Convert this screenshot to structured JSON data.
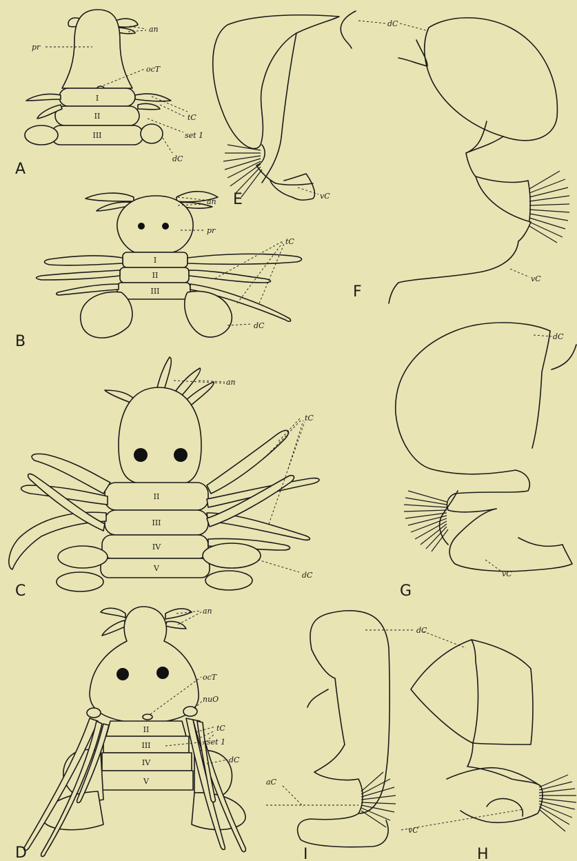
{
  "panels": {
    "A": {
      "letter": "A",
      "labels": {
        "an": "an",
        "pr": "pr",
        "ocT": "ocT",
        "tC": "tC",
        "set1": "set 1",
        "dC": "dC"
      },
      "segments": [
        "I",
        "II",
        "III"
      ]
    },
    "B": {
      "letter": "B",
      "labels": {
        "an": "an",
        "pr": "pr",
        "tC": "tC",
        "dC": "dC"
      },
      "segments": [
        "I",
        "II",
        "III"
      ]
    },
    "C": {
      "letter": "C",
      "labels": {
        "an": "an",
        "tC": "tC",
        "dC": "dC"
      },
      "segments": [
        "II",
        "III",
        "IV",
        "V"
      ]
    },
    "D": {
      "letter": "D",
      "labels": {
        "an": "an",
        "ocT": "ocT",
        "nuO": "nuO",
        "tC": "tC",
        "set1": "set 1",
        "dC": "dC"
      },
      "segments": [
        "II",
        "III",
        "IV",
        "V"
      ]
    },
    "E": {
      "letter": "E",
      "labels": {
        "dC": "dC",
        "vC": "vC"
      }
    },
    "F": {
      "letter": "F",
      "labels": {
        "vC": "vC"
      }
    },
    "G": {
      "letter": "G",
      "labels": {
        "dC": "dC",
        "vC": "vC"
      }
    },
    "H": {
      "letter": "H",
      "labels": {
        "dC": "dC",
        "vC": "vC"
      }
    },
    "I": {
      "letter": "I",
      "labels": {
        "aC": "aC"
      }
    }
  }
}
